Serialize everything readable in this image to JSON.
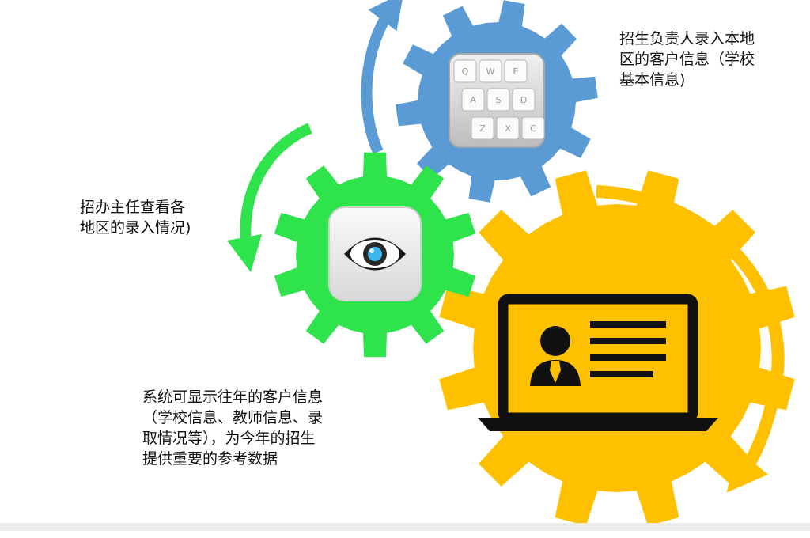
{
  "captions": {
    "blue": [
      "招生负责人录入本地",
      "区的客户信息（学校",
      "基本信息)"
    ],
    "green": [
      "招办主任查看各",
      "地区的录入情况)"
    ],
    "yellow": [
      "系统可显示往年的客户信息",
      "（学校信息、教师信息、录",
      "取情况等），为今年的招生",
      "提供重要的参考数据"
    ]
  },
  "keyboard_keys": {
    "row1": [
      "Q",
      "W",
      "E"
    ],
    "row2": [
      "A",
      "S",
      "D"
    ],
    "row3": [
      "Z",
      "X",
      "C"
    ]
  },
  "colors": {
    "blue_gear": "#5b9bd5",
    "green_gear": "#2ee34c",
    "yellow_gear": "#ffc000",
    "blue_arrow": "#5b9bd5",
    "green_arrow": "#2ee34c",
    "yellow_arrow": "#ffc000"
  },
  "icons": {
    "blue_gear": "keyboard-icon",
    "green_gear": "eye-icon",
    "yellow_gear": "laptop-profile-icon"
  }
}
